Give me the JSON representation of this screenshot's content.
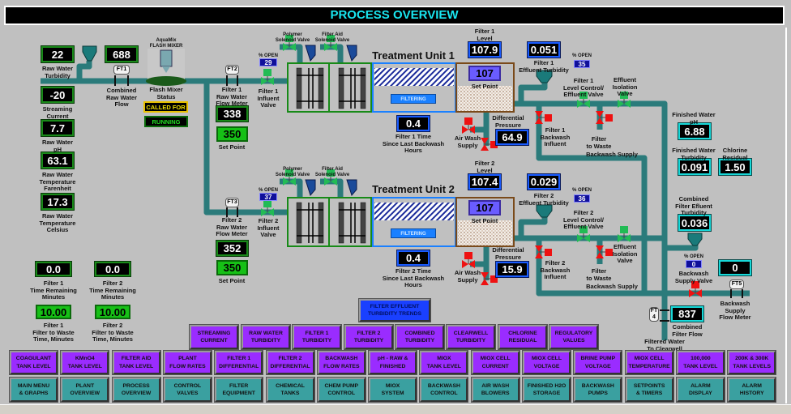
{
  "title": "PROCESS OVERVIEW",
  "pct_open_label": "% OPEN",
  "readouts": {
    "raw_water_turbidity": {
      "value": "22",
      "label": "Raw Water\nTurbidity"
    },
    "combined_raw_water_flow": {
      "value": "688",
      "label": "Combined\nRaw Water\nFlow"
    },
    "streaming_current": {
      "value": "-20",
      "label": "Streaming\nCurrent"
    },
    "raw_water_ph": {
      "value": "7.7",
      "label": "Raw Water\npH"
    },
    "raw_water_temp_f": {
      "value": "63.1",
      "label": "Raw Water\nTemperature\nFarenheit"
    },
    "raw_water_temp_c": {
      "value": "17.3",
      "label": "Raw Water\nTemperature\nCelsius"
    },
    "filter1_raw_water_flow": {
      "value": "338",
      "label": "Filter 1\nRaw Water\nFlow Meter"
    },
    "filter1_flow_setpoint": {
      "value": "350",
      "label": "Set Point"
    },
    "filter2_raw_water_flow": {
      "value": "352",
      "label": "Filter 2\nRaw Water\nFlow Meter"
    },
    "filter2_flow_setpoint": {
      "value": "350",
      "label": "Set Point"
    },
    "filter1_level": {
      "value": "107.9",
      "label": "Filter 1\nLevel"
    },
    "filter1_level_setpoint": {
      "value": "107",
      "label": "Set Point"
    },
    "filter1_time_since_backwash": {
      "value": "0.4",
      "label": "Filter 1 Time\nSince Last Backwash\nHours"
    },
    "filter1_differential_pressure": {
      "value": "64.9",
      "label": "Differential\nPressure"
    },
    "filter1_effluent_turbidity": {
      "value": "0.051",
      "label": "Filter 1\nEffluent Turbidity"
    },
    "filter2_level": {
      "value": "107.4",
      "label": "Filter 2\nLevel"
    },
    "filter2_level_setpoint": {
      "value": "107",
      "label": "Set Point"
    },
    "filter2_time_since_backwash": {
      "value": "0.4",
      "label": "Filter 2 Time\nSince Last Backwash\nHours"
    },
    "filter2_differential_pressure": {
      "value": "15.9",
      "label": "Differential\nPressure"
    },
    "filter2_effluent_turbidity": {
      "value": "0.029",
      "label": "Filter 2\nEffluent Turbidity"
    },
    "finished_water_ph": {
      "value": "6.88",
      "label": "Finished Water\npH"
    },
    "finished_water_turbidity": {
      "value": "0.091",
      "label": "Finished Water\nTurbidity"
    },
    "chlorine_residual": {
      "value": "1.50",
      "label": "Chlorine\nResidual"
    },
    "combined_filter_effluent_turbidity": {
      "value": "0.036",
      "label": "Combined\nFilter Efluent\nTurbidity"
    },
    "backwash_supply_flow": {
      "value": "0",
      "label": "Backwash\nSupply\nFlow Meter"
    },
    "combined_filter_flow": {
      "value": "837",
      "label": "Combined\nFilter Flow"
    },
    "filter1_time_remaining": {
      "value": "0.0",
      "label": "Filter 1\nTime Remaining\nMinutes"
    },
    "filter2_time_remaining": {
      "value": "0.0",
      "label": "Filter 2\nTime Remaining\nMinutes"
    },
    "filter1_filter_to_waste_time": {
      "value": "10.00",
      "label": "Filter 1\nFilter to Waste\nTime, Minutes"
    },
    "filter2_filter_to_waste_time": {
      "value": "10.00",
      "label": "Filter 2\nFilter to Waste\nTime, Minutes"
    }
  },
  "valves": {
    "filter1_influent": {
      "pct": "29",
      "label": "Filter 1\nInfluent\nValve"
    },
    "filter2_influent": {
      "pct": "37",
      "label": "Filter 2\nInfluent\nValve"
    },
    "filter1_level_control": {
      "pct": "35",
      "label": "Filter 1\nLevel Control/\nEffluent Valve"
    },
    "filter2_level_control": {
      "pct": "36",
      "label": "Filter 2\nLevel Control/\nEffluent Valve"
    },
    "backwash_supply": {
      "pct": "0",
      "label": "Backwash\nSupply Valve"
    }
  },
  "labels": {
    "flash_mixer_brand": "AquaMix\nFLASH MIXER",
    "flash_mixer_status": "Flash Mixer\nStatus",
    "polymer_solenoid": "Polymer\nSolenoid Valve",
    "filter_aid_solenoid": "Filter Aid\nSolenoid Valve",
    "unit1_title": "Treatment Unit 1",
    "unit2_title": "Treatment Unit 2",
    "air_wash_supply": "Air Wash\nSupply",
    "effluent_isolation_valve": "Effluent\nIsolation\nValve",
    "filter1_backwash_influent": "Filter 1\nBackwash\nInfluent",
    "filter2_backwash_influent": "Filter 2\nBackwash\nInfluent",
    "filter_to_waste": "Filter\nto Waste",
    "backwash_supply": "Backwash Supply",
    "filtered_water_to_clearwell": "Filtered Water\nTo Clearwell"
  },
  "status": {
    "flash_mixer_called_for": "CALLED FOR",
    "flash_mixer_running": "RUNNING",
    "unit1_state": "FILTERING",
    "unit2_state": "FILTERING"
  },
  "flow_meters": {
    "ft1": "FT1",
    "ft2": "FT2",
    "ft3": "FT3",
    "ft4": "FT\n4",
    "ft5": "FT5"
  },
  "trend_button": "FILTER EFFLUENT\nTURBIDITY TRENDS",
  "trend_buttons": [
    "STREAMING\nCURRENT",
    "RAW WATER\nTURBIDITY",
    "FILTER 1\nTURBIDITY",
    "FILTER 2\nTURBIDITY",
    "COMBINED\nTURBIDITY",
    "CLEARWELL\nTURBIDITY",
    "CHLORINE\nRESIDUAL",
    "REGULATORY\nVALUES"
  ],
  "graph_buttons": [
    "COAGULANT\nTANK LEVEL",
    "KMnO4\nTANK LEVEL",
    "FILTER AID\nTANK LEVEL",
    "PLANT\nFLOW RATES",
    "FILTER 1\nDIFFERENTIAL",
    "FILTER 2\nDIFFERENTIAL",
    "BACKWASH\nFLOW RATES",
    "pH - RAW &\nFINISHED",
    "MIOX\nTANK LEVEL",
    "MIOX CELL\nCURRENT",
    "MIOX CELL\nVOLTAGE",
    "BRINE PUMP\nVOLTAGE",
    "MIOX CELL\nTEMPERATURE",
    "100,000\nTANK LEVEL",
    "200K & 300K\nTANK LEVELS"
  ],
  "nav_buttons": [
    "MAIN MENU\n& GRAPHS",
    "PLANT\nOVERVIEW",
    "PROCESS\nOVERVIEW",
    "CONTROL\nVALVES",
    "FILTER\nEQUIPMENT",
    "CHEMICAL\nTANKS",
    "CHEM PUMP\nCONTROL",
    "MIOX\nSYSTEM",
    "BACKWASH\nCONTROL",
    "AIR WASH\nBLOWERS",
    "FINISHED H2O\nSTORAGE",
    "BACKWASH\nPUMPS",
    "SETPOINTS\n& TIMERS",
    "ALARM\nDISPLAY",
    "ALARM\nHISTORY"
  ],
  "colors": {
    "title_text": "#19e6f0",
    "background": "#c0c0c0",
    "pipe": "#2b7b7b",
    "valve_open": "#22bb55",
    "valve_closed": "#ee1111",
    "nav_purple": "#9a2cff",
    "nav_teal": "#3aa0a0"
  }
}
